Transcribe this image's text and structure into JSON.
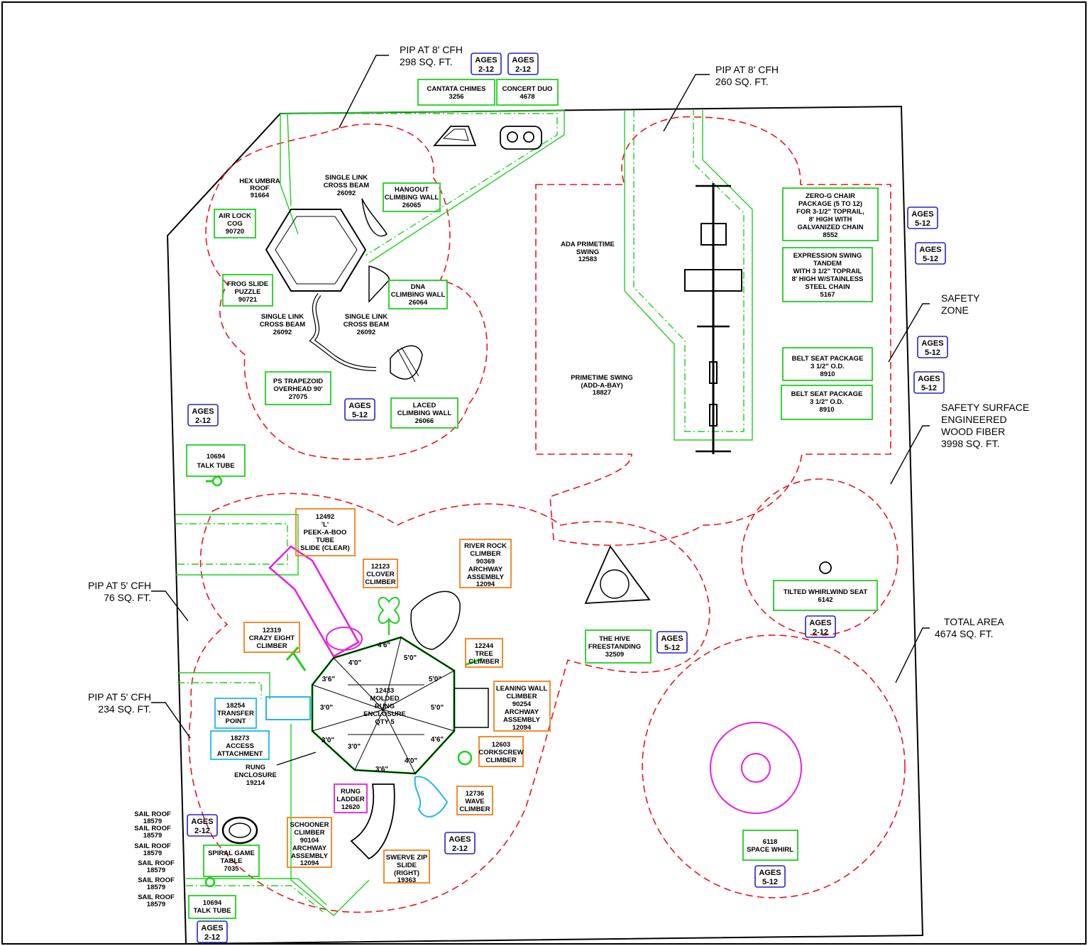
{
  "colors": {
    "border": "#000000",
    "safety_zone": "#e8151b",
    "equipment": "#1fcf1f",
    "age_label": "#2323c9",
    "component_orange": "#f2801a",
    "component_magenta": "#e61ee0",
    "component_cyan": "#22b8e6",
    "text": "#000000"
  },
  "callouts": {
    "pip_8_north": {
      "line1": "PIP AT 8' CFH",
      "line2": "298 SQ. FT."
    },
    "pip_8_east": {
      "line1": "PIP AT 8' CFH",
      "line2": "260 SQ. FT."
    },
    "safety_zone": {
      "line1": "SAFETY",
      "line2": "ZONE"
    },
    "safety_surface": {
      "line1": "SAFETY SURFACE",
      "line2": "ENGINEERED",
      "line3": "WOOD FIBER",
      "line4": "3998 SQ. FT."
    },
    "total_area": {
      "line1": "TOTAL AREA",
      "line2": "4674 SQ. FT."
    },
    "pip_5_76": {
      "line1": "PIP AT 5' CFH",
      "line2": "76 SQ. FT."
    },
    "pip_5_234": {
      "line1": "PIP AT 5' CFH",
      "line2": "234 SQ. FT."
    }
  },
  "ages": {
    "a1": {
      "l1": "AGES",
      "l2": "2-12"
    },
    "a2": {
      "l1": "AGES",
      "l2": "2-12"
    },
    "a3": {
      "l1": "AGES",
      "l2": "5-12"
    },
    "a4": {
      "l1": "AGES",
      "l2": "5-12"
    },
    "a5": {
      "l1": "AGES",
      "l2": "5-12"
    },
    "a6": {
      "l1": "AGES",
      "l2": "5-12"
    },
    "a7": {
      "l1": "AGES",
      "l2": "2-12"
    },
    "a8": {
      "l1": "AGES",
      "l2": "5-12"
    },
    "a9": {
      "l1": "AGES",
      "l2": "5-12"
    },
    "a10": {
      "l1": "AGES",
      "l2": "2-12"
    },
    "a11": {
      "l1": "AGES",
      "l2": "2-12"
    },
    "a12": {
      "l1": "AGES",
      "l2": "5-12"
    },
    "a13": {
      "l1": "AGES",
      "l2": "2-12"
    },
    "a14": {
      "l1": "AGES",
      "l2": "2-12"
    }
  },
  "green_labels": {
    "cantata": {
      "l1": "CANTATA CHIMES",
      "l2": "3256"
    },
    "concert": {
      "l1": "CONCERT DUO",
      "l2": "4678"
    },
    "hangout": {
      "l1": "HANGOUT",
      "l2": "CLIMBING WALL",
      "l3": "26065"
    },
    "airlock": {
      "l1": "AIR LOCK",
      "l2": "COG",
      "l3": "90720"
    },
    "frog": {
      "l1": "FROG SLIDE",
      "l2": "PUZZLE",
      "l3": "90721"
    },
    "dna": {
      "l1": "DNA",
      "l2": "CLIMBING WALL",
      "l3": "26064"
    },
    "trapezoid": {
      "l1": "PS TRAPEZOID",
      "l2": "OVERHEAD 90'",
      "l3": "27075"
    },
    "laced": {
      "l1": "LACED",
      "l2": "CLIMBING WALL",
      "l3": "26066"
    },
    "zerog": {
      "l1": "ZERO-G CHAIR",
      "l2": "PACKAGE (5 TO 12)",
      "l3": "FOR 3-1/2\" TOPRAIL,",
      "l4": "8' HIGH WITH",
      "l5": "GALVANIZED CHAIN",
      "l6": "8552"
    },
    "expression": {
      "l1": "EXPRESSION SWING",
      "l2": "TANDEM",
      "l3": "WITH 3 1/2\" TOPRAIL",
      "l4": "8' HIGH W/STAINLESS",
      "l5": "STEEL CHAIN",
      "l6": "5167"
    },
    "belt1": {
      "l1": "BELT SEAT PACKAGE",
      "l2": "3 1/2\" O.D.",
      "l3": "8910"
    },
    "belt2": {
      "l1": "BELT SEAT PACKAGE",
      "l2": "3 1/2\" O.D.",
      "l3": "8910"
    },
    "talk1": {
      "l1": "10694",
      "l2": "TALK TUBE"
    },
    "hive": {
      "l1": "THE HIVE",
      "l2": "FREESTANDING",
      "l3": "32509"
    },
    "whirlwind": {
      "l1": "TILTED WHIRLWIND SEAT",
      "l2": "6142"
    },
    "spacewhirl": {
      "l1": "6118",
      "l2": "SPACE WHIRL"
    },
    "spiral": {
      "l1": "SPIRAL GAME",
      "l2": "TABLE",
      "l3": "7035"
    },
    "talk2": {
      "l1": "10694",
      "l2": "TALK TUBE"
    }
  },
  "orange_labels": {
    "peekaboo": {
      "l1": "12492",
      "l2": "'L'",
      "l3": "PEEK-A-BOO",
      "l4": "TUBE",
      "l5": "SLIDE (CLEAR)"
    },
    "clover": {
      "l1": "12123",
      "l2": "CLOVER",
      "l3": "CLIMBER"
    },
    "riverrock": {
      "l1": "RIVER ROCK",
      "l2": "CLIMBER",
      "l3": "90369",
      "l4": "ARCHWAY",
      "l5": "ASSEMBLY",
      "l6": "12094"
    },
    "crazy8": {
      "l1": "12319",
      "l2": "CRAZY EIGHT",
      "l3": "CLIMBER"
    },
    "tree": {
      "l1": "12244",
      "l2": "TREE",
      "l3": "CLIMBER"
    },
    "leaning": {
      "l1": "LEANING WALL",
      "l2": "CLIMBER",
      "l3": "90254",
      "l4": "ARCHWAY",
      "l5": "ASSEMBLY",
      "l6": "12094"
    },
    "corkscrew": {
      "l1": "12603",
      "l2": "CORKSCREW",
      "l3": "CLIMBER"
    },
    "wave": {
      "l1": "12736",
      "l2": "WAVE",
      "l3": "CLIMBER"
    },
    "schooner": {
      "l1": "SCHOONER",
      "l2": "CLIMBER",
      "l3": "90104",
      "l4": "ARCHWAY",
      "l5": "ASSEMBLY",
      "l6": "12094"
    },
    "swerve": {
      "l1": "SWERVE ZIP",
      "l2": "SLIDE",
      "l3": "(RIGHT)",
      "l4": "19363"
    }
  },
  "cyan_labels": {
    "transfer": {
      "l1": "18254",
      "l2": "TRANSFER",
      "l3": "POINT"
    },
    "access": {
      "l1": "18273",
      "l2": "ACCESS",
      "l3": "ATTACHMENT"
    }
  },
  "magenta_labels": {
    "rungladder": {
      "l1": "RUNG",
      "l2": "LADDER",
      "l3": "12620"
    }
  },
  "plain_labels": {
    "hexumbra": {
      "l1": "HEX UMBRA",
      "l2": "ROOF",
      "l3": "91664"
    },
    "slcb_top": {
      "l1": "SINGLE LINK",
      "l2": "CROSS BEAM",
      "l3": "26092"
    },
    "slcb_left": {
      "l1": "SINGLE LINK",
      "l2": "CROSS BEAM",
      "l3": "26092"
    },
    "slcb_right": {
      "l1": "SINGLE LINK",
      "l2": "CROSS BEAM",
      "l3": "26092"
    },
    "ada": {
      "l1": "ADA PRIMETIME",
      "l2": "SWING",
      "l3": "12583"
    },
    "primetime": {
      "l1": "PRIMETIME SWING",
      "l2": "(ADD-A-BAY)",
      "l3": "18827"
    },
    "enclosure": {
      "l1": "12433",
      "l2": "MOLDED",
      "l3": "RUNG",
      "l4": "ENCLOSURE",
      "l5": "QTY 5"
    },
    "rungenc": {
      "l1": "RUNG",
      "l2": "ENCLOSURE",
      "l3": "19214"
    },
    "sail1": {
      "l1": "SAIL ROOF",
      "l2": "18579"
    },
    "sail2": {
      "l1": "SAIL ROOF",
      "l2": "18579"
    },
    "sail3": {
      "l1": "SAIL ROOF",
      "l2": "18579"
    },
    "sail4": {
      "l1": "SAIL ROOF",
      "l2": "18579"
    },
    "sail5": {
      "l1": "SAIL ROOF",
      "l2": "18579"
    },
    "sail6": {
      "l1": "SAIL ROOF",
      "l2": "18579"
    }
  },
  "deck_dims": {
    "d1": "4'6\"",
    "d2": "5'0\"",
    "d3": "4'0\"",
    "d4": "3'6\"",
    "d5": "5'0\"",
    "d6": "3'0\"",
    "d7": "5'0\"",
    "d8": "3'0\"",
    "d9": "4'6\"",
    "d10": "3'0\"",
    "d11": "3'6\"",
    "d12": "4'0\""
  }
}
